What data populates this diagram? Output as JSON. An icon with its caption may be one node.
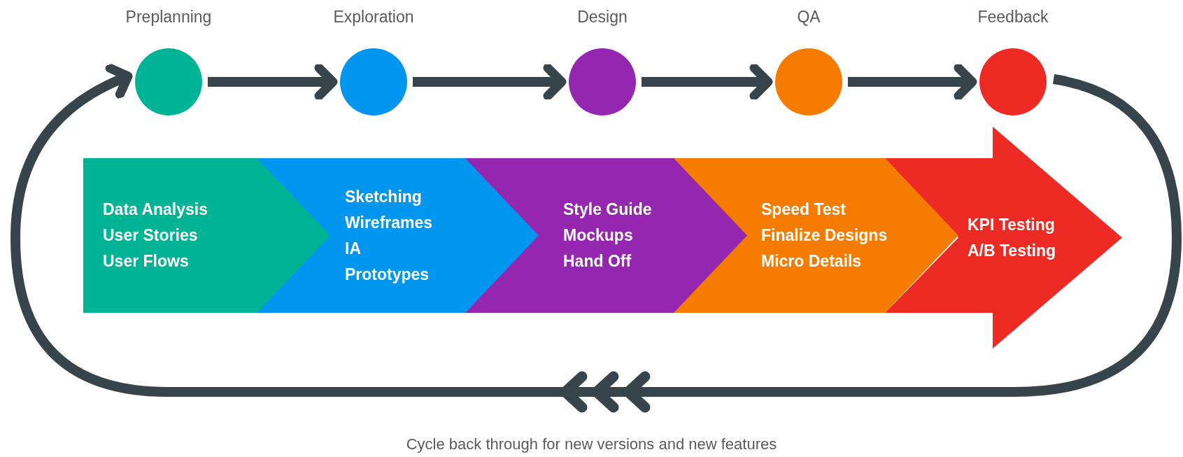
{
  "diagram": {
    "caption": "Cycle back through for new versions and new features",
    "nodes": [
      {
        "text": [
          "Preplanning"
        ]
      },
      {
        "text": [
          "Exploration"
        ]
      },
      {
        "text": [
          "Design"
        ]
      },
      {
        "text": [
          "QA"
        ]
      },
      {
        "text": [
          "Feedback"
        ]
      },
      {
        "text": [
          "Data Analysis",
          "User Stories",
          "User Flows"
        ]
      },
      {
        "text": [
          "Sketching",
          "Wireframes",
          "IA",
          "Prototypes"
        ]
      },
      {
        "text": [
          "Style Guide",
          "Mockups",
          "Hand Off"
        ]
      },
      {
        "text": [
          "Speed Test",
          "Finalize Designs",
          "Micro Details"
        ]
      },
      {
        "text": [
          "KPI Testing",
          "A/B Testing"
        ]
      }
    ],
    "edges": [
      {
        "from": 0,
        "to": 1,
        "arrow": "to"
      },
      {
        "from": 1,
        "to": 2,
        "arrow": "to"
      },
      {
        "from": 2,
        "to": 3,
        "arrow": "to"
      },
      {
        "from": 3,
        "to": 4,
        "arrow": "to"
      },
      {
        "from": 4,
        "to": 0,
        "arrow": "to"
      }
    ]
  }
}
